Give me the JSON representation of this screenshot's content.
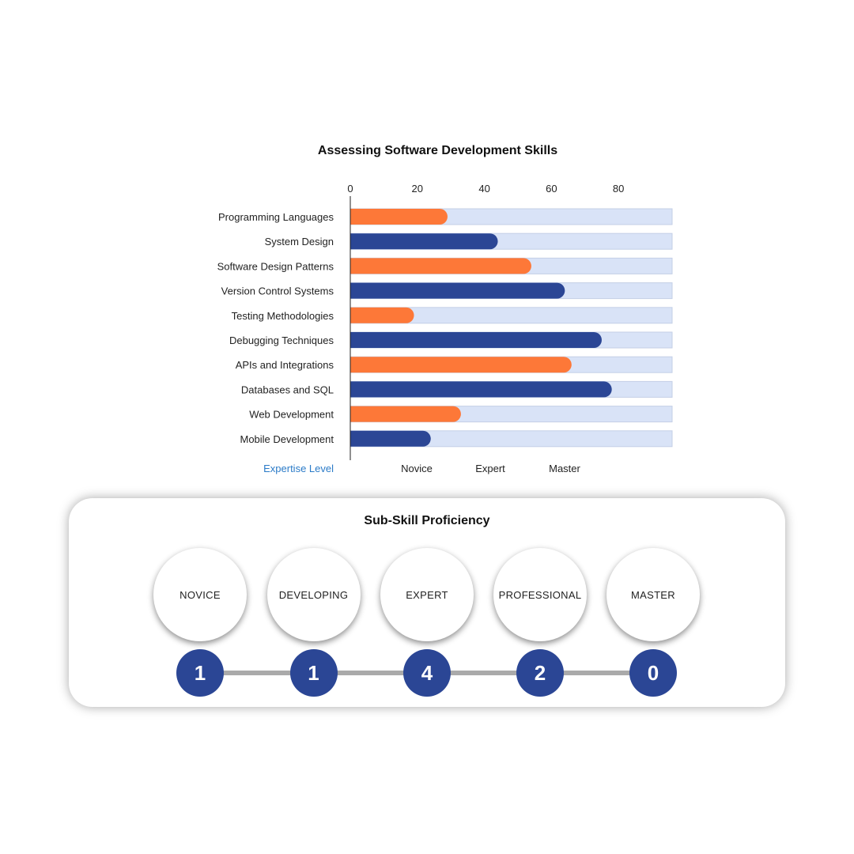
{
  "chart_data": {
    "type": "bar",
    "orientation": "horizontal",
    "title": "Assessing Software Development Skills",
    "xlabel": "Expertise Level",
    "xlim": [
      0,
      96
    ],
    "xticks": [
      0,
      20,
      40,
      60,
      80
    ],
    "level_labels": [
      "Novice",
      "Expert",
      "Master"
    ],
    "categories": [
      "Programming Languages",
      "System Design",
      "Software Design Patterns",
      "Version Control Systems",
      "Testing Methodologies",
      "Debugging Techniques",
      "APIs and Integrations",
      "Databases and SQL",
      "Web Development",
      "Mobile Development"
    ],
    "values": [
      29,
      44,
      54,
      64,
      19,
      75,
      66,
      78,
      33,
      24
    ],
    "bar_colors": [
      "#fd7838",
      "#2b4695",
      "#fd7838",
      "#2b4695",
      "#fd7838",
      "#2b4695",
      "#fd7838",
      "#2b4695",
      "#fd7838",
      "#2b4695"
    ],
    "track_color": "#d9e3f7",
    "grid": false
  },
  "proficiency": {
    "title": "Sub-Skill Proficiency",
    "levels": [
      {
        "label": "NOVICE",
        "count": "1"
      },
      {
        "label": "DEVELOPING",
        "count": "1"
      },
      {
        "label": "EXPERT",
        "count": "4"
      },
      {
        "label": "PROFESSIONAL",
        "count": "2"
      },
      {
        "label": "MASTER",
        "count": "0"
      }
    ],
    "badge_color": "#2b4695",
    "connector_color": "#aaaaaa"
  }
}
